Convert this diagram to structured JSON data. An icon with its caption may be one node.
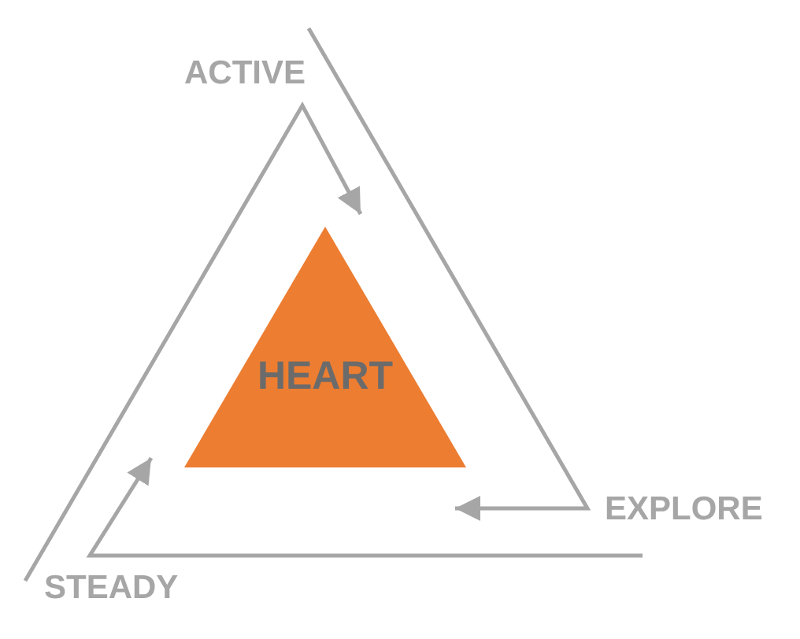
{
  "diagram": {
    "nodes": [
      {
        "text": [
          "ACTIVE"
        ]
      },
      {
        "text": [
          "EXPLORE"
        ]
      },
      {
        "text": [
          "STEADY"
        ]
      },
      {
        "text": [
          "HEART"
        ]
      }
    ],
    "edges": [
      {
        "from": 2,
        "to": 3,
        "arrow": "to"
      },
      {
        "from": 0,
        "to": 3,
        "arrow": "to"
      },
      {
        "from": 1,
        "to": 3,
        "arrow": "to"
      }
    ]
  }
}
